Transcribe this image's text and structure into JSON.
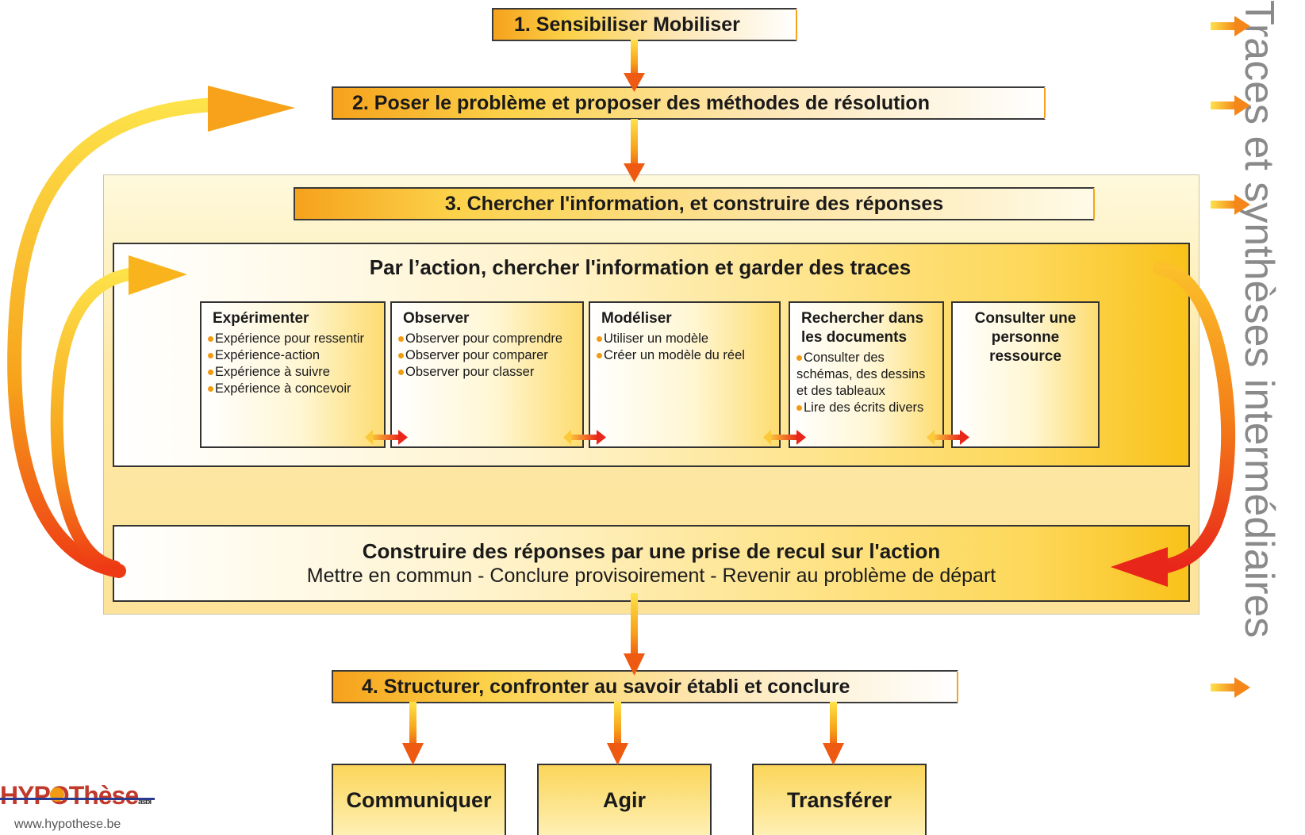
{
  "steps": {
    "s1": "1. Sensibiliser Mobiliser",
    "s2": "2. Poser le problème et proposer des méthodes de résolution",
    "s3": "3. Chercher l'information, et construire des réponses",
    "s4": "4. Structurer, confronter au savoir établi et conclure"
  },
  "action": {
    "title": "Par l’action, chercher l'information et garder des traces",
    "columns": [
      {
        "title": "Expérimenter",
        "items": [
          "Expérience pour ressentir",
          "Expérience-action",
          "Expérience à suivre",
          "Expérience à concevoir"
        ]
      },
      {
        "title": "Observer",
        "items": [
          "Observer pour comprendre",
          "Observer pour comparer",
          "Observer pour classer"
        ]
      },
      {
        "title": "Modéliser",
        "items": [
          "Utiliser un modèle",
          "Créer un modèle du réel"
        ]
      },
      {
        "title": "Rechercher dans les documents",
        "items": [
          "Consulter des schémas, des dessins et des tableaux",
          "Lire des écrits divers"
        ]
      },
      {
        "title": "Consulter une personne ressource",
        "items": []
      }
    ]
  },
  "construct": {
    "title": "Construire des réponses par une prise de recul sur l'action",
    "subtitle": "Mettre en commun - Conclure provisoirement - Revenir au problème de départ"
  },
  "outcomes": [
    "Communiquer",
    "Agir",
    "Transférer"
  ],
  "side_title": "Traces et synthèses intermédiaires",
  "logo": {
    "text": "HYPOThèse",
    "suffix": "asbl",
    "url": "www.hypothese.be"
  },
  "colors": {
    "orange": "#f6a21c",
    "yellow": "#fcd24a",
    "red": "#e8261a",
    "gray_text": "#8a8a8a"
  }
}
